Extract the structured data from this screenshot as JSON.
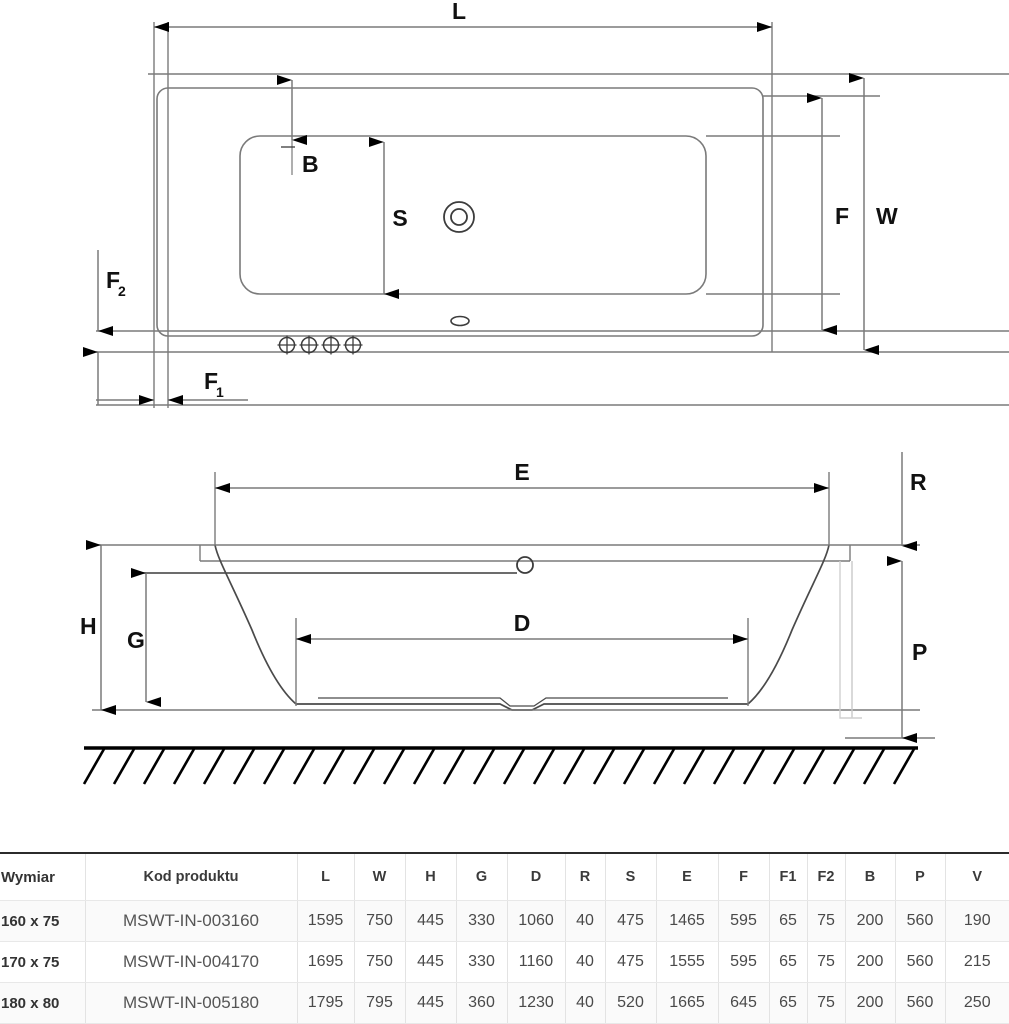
{
  "drawing": {
    "top_view": {
      "name": "bathtub-top-view",
      "dimension_labels": [
        {
          "key": "L",
          "base": "L",
          "sub": "",
          "orientation": "horizontal"
        },
        {
          "key": "B",
          "base": "B",
          "sub": "",
          "orientation": "vertical"
        },
        {
          "key": "S",
          "base": "S",
          "sub": "",
          "orientation": "vertical"
        },
        {
          "key": "F",
          "base": "F",
          "sub": "",
          "orientation": "vertical"
        },
        {
          "key": "W",
          "base": "W",
          "sub": "",
          "orientation": "vertical"
        },
        {
          "key": "F2",
          "base": "F",
          "sub": "2",
          "orientation": "vertical"
        },
        {
          "key": "F1",
          "base": "F",
          "sub": "1",
          "orientation": "horizontal"
        }
      ],
      "features": [
        "drain-symbol",
        "overflow-symbol",
        "tap-hole-symbol",
        "tap-hole-symbol",
        "tap-hole-symbol",
        "tap-hole-symbol"
      ]
    },
    "side_view": {
      "name": "bathtub-side-section-view",
      "dimension_labels": [
        {
          "key": "E",
          "base": "E",
          "sub": "",
          "orientation": "horizontal"
        },
        {
          "key": "D",
          "base": "D",
          "sub": "",
          "orientation": "horizontal"
        },
        {
          "key": "H",
          "base": "H",
          "sub": "",
          "orientation": "vertical"
        },
        {
          "key": "G",
          "base": "G",
          "sub": "",
          "orientation": "vertical"
        },
        {
          "key": "R",
          "base": "R",
          "sub": "",
          "orientation": "vertical"
        },
        {
          "key": "P",
          "base": "P",
          "sub": "",
          "orientation": "vertical"
        }
      ],
      "features": [
        "overflow-symbol",
        "floor-hatching"
      ]
    },
    "colors": {
      "line": "#7a7a7a",
      "outline": "#4a4a4a",
      "arrow": "#000000",
      "label": "#111111",
      "floor": "#000000"
    }
  },
  "table": {
    "name": "bathtub-dimensions-table",
    "columns": [
      "Wymiar",
      "Kod produktu",
      "L",
      "W",
      "H",
      "G",
      "D",
      "R",
      "S",
      "E",
      "F",
      "F1",
      "F2",
      "B",
      "P",
      "V"
    ],
    "rows": [
      {
        "wymiar": "160 x 75",
        "kod": "MSWT-IN-003160",
        "values": [
          "1595",
          "750",
          "445",
          "330",
          "1060",
          "40",
          "475",
          "1465",
          "595",
          "65",
          "75",
          "200",
          "560",
          "190"
        ]
      },
      {
        "wymiar": "170 x 75",
        "kod": "MSWT-IN-004170",
        "values": [
          "1695",
          "750",
          "445",
          "330",
          "1160",
          "40",
          "475",
          "1555",
          "595",
          "65",
          "75",
          "200",
          "560",
          "215"
        ]
      },
      {
        "wymiar": "180 x 80",
        "kod": "MSWT-IN-005180",
        "values": [
          "1795",
          "795",
          "445",
          "360",
          "1230",
          "40",
          "520",
          "1665",
          "645",
          "65",
          "75",
          "200",
          "560",
          "250"
        ]
      }
    ]
  }
}
